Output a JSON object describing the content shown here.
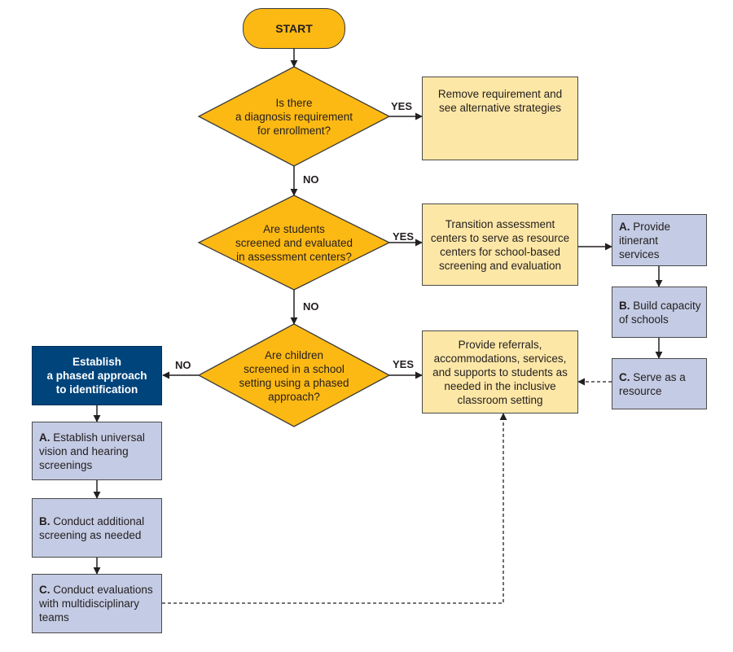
{
  "start_label": "START",
  "decisions": [
    {
      "text": "Is there\na diagnosis requirement\nfor enrollment?"
    },
    {
      "text": "Are students\nscreened and evaluated\nin assessment centers?"
    },
    {
      "text": "Are children\nscreened in a school\nsetting using a phased\napproach?"
    }
  ],
  "boxes": {
    "remove_requirement": "Remove requirement and\nsee alternative strategies",
    "transition_centers": "Transition assessment\ncenters to serve as resource\ncenters for school-based\nscreening and evaluation",
    "provide_referrals": "Provide referrals,\naccommodations, services,\nand supports to students as\nneeded in the inclusive\nclassroom setting",
    "phased_approach": "Establish\na phased approach\nto identification"
  },
  "resource_steps": [
    {
      "letter": "A.",
      "text": "Provide\nitinerant\nservices"
    },
    {
      "letter": "B.",
      "text": "Build capacity\nof schools"
    },
    {
      "letter": "C.",
      "text": "Serve as a\nresource"
    }
  ],
  "phased_steps": [
    {
      "letter": "A.",
      "text": "Establish universal\nvision and hearing\nscreenings"
    },
    {
      "letter": "B.",
      "text": "Conduct additional\nscreening as needed"
    },
    {
      "letter": "C.",
      "text": "Conduct evaluations\nwith multidisciplinary\nteams"
    }
  ],
  "edge_labels": {
    "yes": "YES",
    "no": "NO"
  },
  "colors": {
    "decision": "#fdb913",
    "start": "#fdb913",
    "outcome": "#fde7a6",
    "sub_step": "#c4cbe4",
    "phased_header": "#00447c",
    "line": "#231f20"
  }
}
